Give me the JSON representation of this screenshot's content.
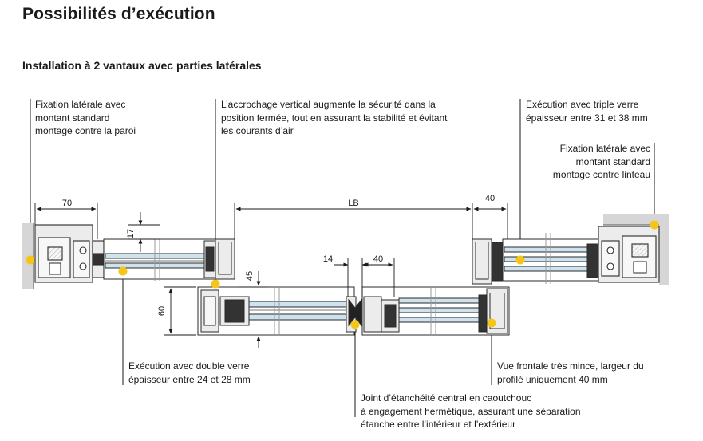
{
  "page": {
    "title": "Possibilités d’exécution",
    "subtitle": "Installation à 2 vantaux avec parties latérales"
  },
  "annotations": {
    "left_fixing": "Fixation latérale avec\nmontant standard\nmontage contre la paroi",
    "vertical_hook": "L’accrochage vertical augmente la sécurité dans la\nposition fermée, tout en assurant la stabilité et évitant\nles courants d’air",
    "triple_glazing": "Exécution avec triple verre\népaisseur entre 31 et 38 mm",
    "right_fixing": "Fixation latérale avec\nmontant standard\nmontage contre linteau",
    "double_glazing": "Exécution avec double verre\népaisseur entre 24 et 28 mm",
    "slim_view": "Vue frontale très mince, largeur du\nprofilé uniquement 40 mm",
    "central_seal": "Joint d’étanchéité central en caoutchouc\nà engagement hermétique, assurant une séparation\nétanche entre l’intérieur et l’extérieur"
  },
  "dimensions": {
    "d70": "70",
    "d17": "17",
    "dLB": "LB",
    "d40_top": "40",
    "d14": "14",
    "d40_mid": "40",
    "d45": "45",
    "d60": "60"
  },
  "colors": {
    "marker": "#f5c518",
    "wall": "#d6d6d6",
    "profile_fill": "#ececec",
    "glass": "#cfe3ee"
  }
}
